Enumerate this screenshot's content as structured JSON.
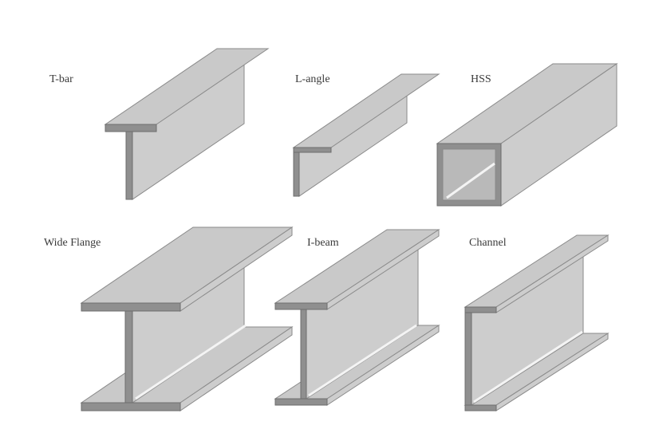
{
  "title": "Structural steel shapes",
  "shapes": [
    {
      "id": "t-bar",
      "label": "T-bar"
    },
    {
      "id": "l-angle",
      "label": "L-angle"
    },
    {
      "id": "hss",
      "label": "HSS"
    },
    {
      "id": "wide-flange",
      "label": "Wide Flange"
    },
    {
      "id": "i-beam",
      "label": "I-beam"
    },
    {
      "id": "channel",
      "label": "Channel"
    }
  ],
  "colors": {
    "face": "#c9c9c9",
    "end": "#8f8f8f",
    "edge": "#6e6e6e"
  }
}
